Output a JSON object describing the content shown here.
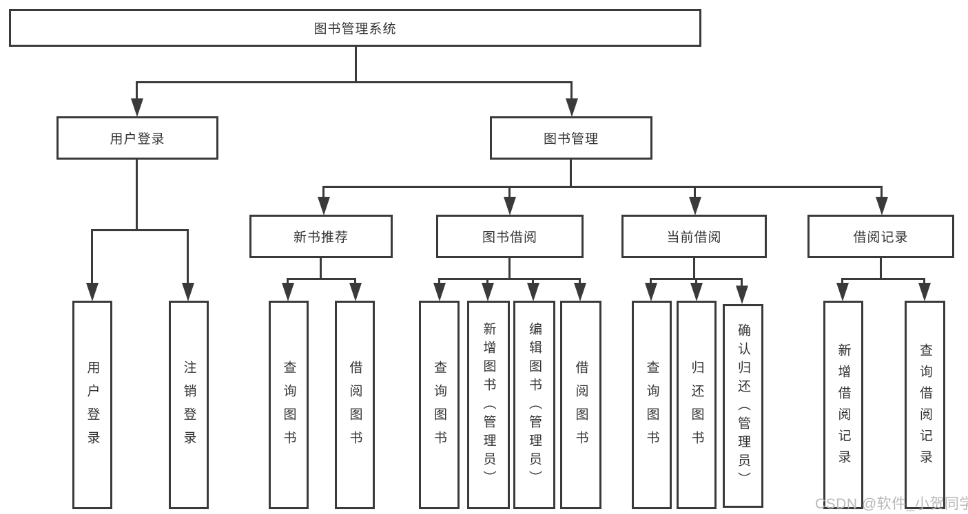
{
  "diagram_title": "图书管理系统",
  "root": {
    "label": "图书管理系统"
  },
  "level2": [
    {
      "label": "用户登录"
    },
    {
      "label": "图书管理"
    }
  ],
  "level3": [
    {
      "label": "新书推荐"
    },
    {
      "label": "图书借阅"
    },
    {
      "label": "当前借阅"
    },
    {
      "label": "借阅记录"
    }
  ],
  "leaves": [
    {
      "label": "用户登录"
    },
    {
      "label": "注销登录"
    },
    {
      "label": "查询图书"
    },
    {
      "label": "借阅图书"
    },
    {
      "label": "查询图书"
    },
    {
      "label": "新增图书（管理员）"
    },
    {
      "label": "编辑图书（管理员）"
    },
    {
      "label": "借阅图书"
    },
    {
      "label": "查询图书"
    },
    {
      "label": "归还图书"
    },
    {
      "label": "确认归还（管理员）"
    },
    {
      "label": "新增借阅记录"
    },
    {
      "label": "查询借阅记录"
    }
  ],
  "watermark": "CSDN @软件_小贺同学",
  "colors": {
    "line": "#3a3a3a",
    "text": "#333333",
    "wm": "#b9b9b9",
    "bg": "#ffffff"
  }
}
